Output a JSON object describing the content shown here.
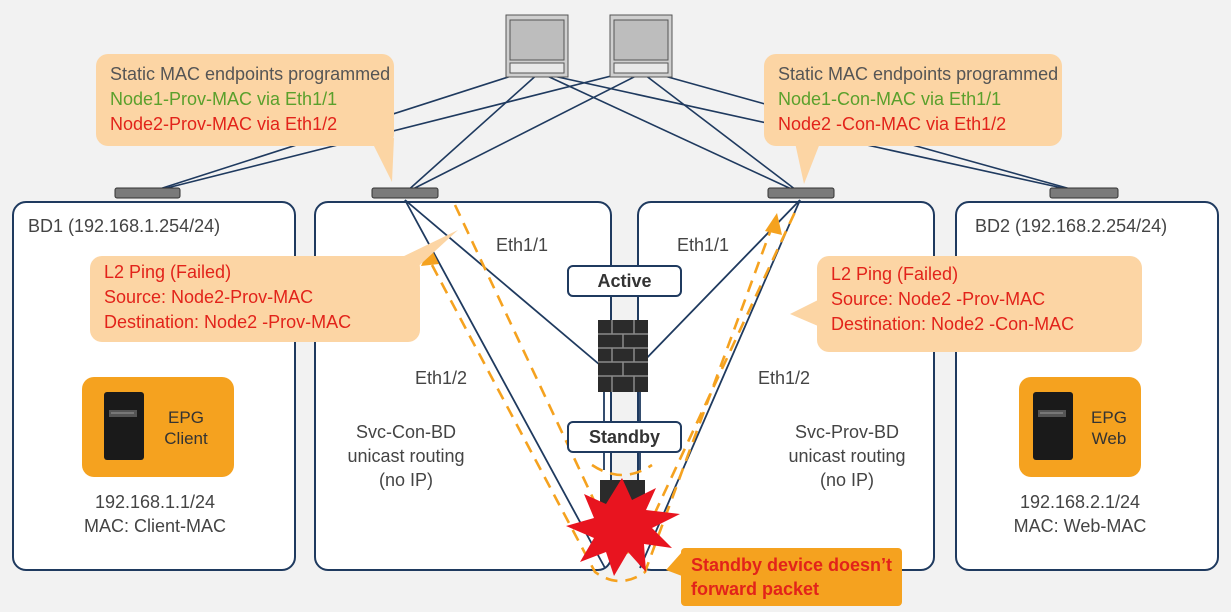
{
  "bridge_domains": {
    "bd1": {
      "title": "BD1 (192.168.1.254/24)",
      "epg_label_1": "EPG",
      "epg_label_2": "Client",
      "ip": "192.168.1.1/24",
      "mac": "MAC: Client-MAC"
    },
    "svc_con": {
      "line1": "Svc-Con-BD",
      "line2": "unicast routing",
      "line3": "(no IP)"
    },
    "svc_prov": {
      "line1": "Svc-Prov-BD",
      "line2": "unicast routing",
      "line3": "(no IP)"
    },
    "bd2": {
      "title": "BD2 (192.168.2.254/24)",
      "epg_label_1": "EPG",
      "epg_label_2": "Web",
      "ip": "192.168.2.1/24",
      "mac": "MAC: Web-MAC"
    }
  },
  "callouts": {
    "static_left": {
      "title": "Static MAC endpoints programmed",
      "line_green": "Node1-Prov-MAC via Eth1/1",
      "line_red": "Node2-Prov-MAC via Eth1/2"
    },
    "static_right": {
      "title": "Static MAC endpoints programmed",
      "line_green": "Node1-Con-MAC via Eth1/1",
      "line_red": "Node2 -Con-MAC via Eth1/2"
    },
    "ping_left": {
      "title": "L2 Ping (Failed)",
      "source": "Source: Node2-Prov-MAC",
      "destination": "Destination: Node2 -Prov-MAC"
    },
    "ping_right": {
      "title": "L2 Ping (Failed)",
      "source": "Source: Node2 -Prov-MAC",
      "destination": "Destination: Node2 -Con-MAC"
    }
  },
  "ports": {
    "left_eth11": "Eth1/1",
    "right_eth11": "Eth1/1",
    "left_eth12": "Eth1/2",
    "right_eth12": "Eth1/2"
  },
  "firewall": {
    "active_label": "Active",
    "standby_label": "Standby"
  },
  "note": {
    "line1": "Standby device doesn’t",
    "line2": "forward packet"
  },
  "colors": {
    "navy": "#1f3a5f",
    "orange": "#f5a21f",
    "callout": "#fcd5a4",
    "red": "#e2231a",
    "green": "#5aa02c"
  }
}
